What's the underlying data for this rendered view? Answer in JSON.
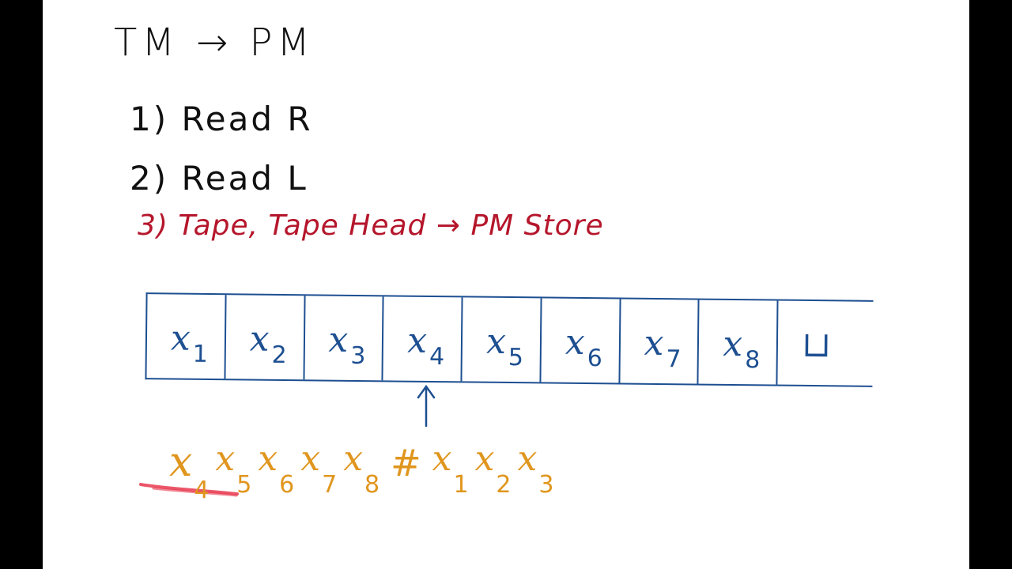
{
  "whiteboard": {
    "title": "TM → PM",
    "steps": [
      {
        "label": "1) Read  R"
      },
      {
        "label": "2) Read  L"
      },
      {
        "label": "3) Tape, Tape Head → PM Store"
      }
    ],
    "tape": {
      "cells": [
        {
          "sym": "x",
          "sub": "1"
        },
        {
          "sym": "x",
          "sub": "2"
        },
        {
          "sym": "x",
          "sub": "3"
        },
        {
          "sym": "x",
          "sub": "4"
        },
        {
          "sym": "x",
          "sub": "5"
        },
        {
          "sym": "x",
          "sub": "6"
        },
        {
          "sym": "x",
          "sub": "7"
        },
        {
          "sym": "x",
          "sub": "8"
        },
        {
          "sym": "⊔",
          "sub": ""
        }
      ]
    },
    "stored": {
      "seq": [
        {
          "sym": "x",
          "sub": "4"
        },
        {
          "sym": "x",
          "sub": "5"
        },
        {
          "sym": "x",
          "sub": "6"
        },
        {
          "sym": "x",
          "sub": "7"
        },
        {
          "sym": "x",
          "sub": "8"
        }
      ],
      "separator": "#",
      "seq2": [
        {
          "sym": "x",
          "sub": "1"
        },
        {
          "sym": "x",
          "sub": "2"
        },
        {
          "sym": "x",
          "sub": "3"
        }
      ]
    },
    "colors": {
      "ink_black": "#111111",
      "ink_red": "#b5162b",
      "ink_blue": "#1d4f91",
      "ink_orange": "#e0961e",
      "highlight": "#e8384f"
    }
  }
}
